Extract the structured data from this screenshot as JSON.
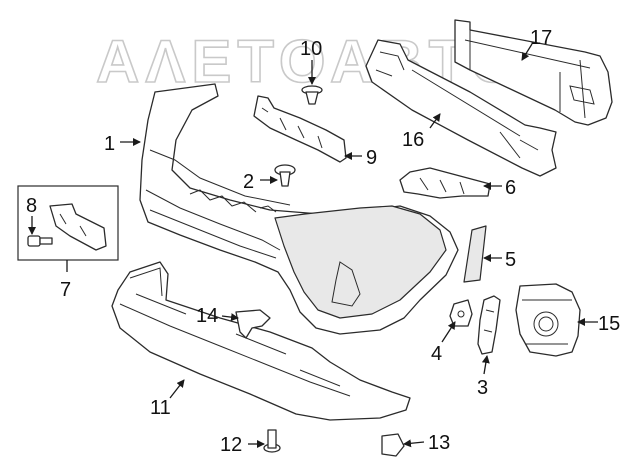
{
  "watermark": "ΑΛΕΤΟΑΒΤΟ",
  "callouts": [
    {
      "id": "c1",
      "label": "1"
    },
    {
      "id": "c2",
      "label": "2"
    },
    {
      "id": "c3",
      "label": "3"
    },
    {
      "id": "c4",
      "label": "4"
    },
    {
      "id": "c5",
      "label": "5"
    },
    {
      "id": "c6",
      "label": "6"
    },
    {
      "id": "c7",
      "label": "7"
    },
    {
      "id": "c8",
      "label": "8"
    },
    {
      "id": "c9",
      "label": "9"
    },
    {
      "id": "c10",
      "label": "10"
    },
    {
      "id": "c11",
      "label": "11"
    },
    {
      "id": "c12",
      "label": "12"
    },
    {
      "id": "c13",
      "label": "13"
    },
    {
      "id": "c14",
      "label": "14"
    },
    {
      "id": "c15",
      "label": "15"
    },
    {
      "id": "c16",
      "label": "16"
    },
    {
      "id": "c17",
      "label": "17"
    }
  ]
}
